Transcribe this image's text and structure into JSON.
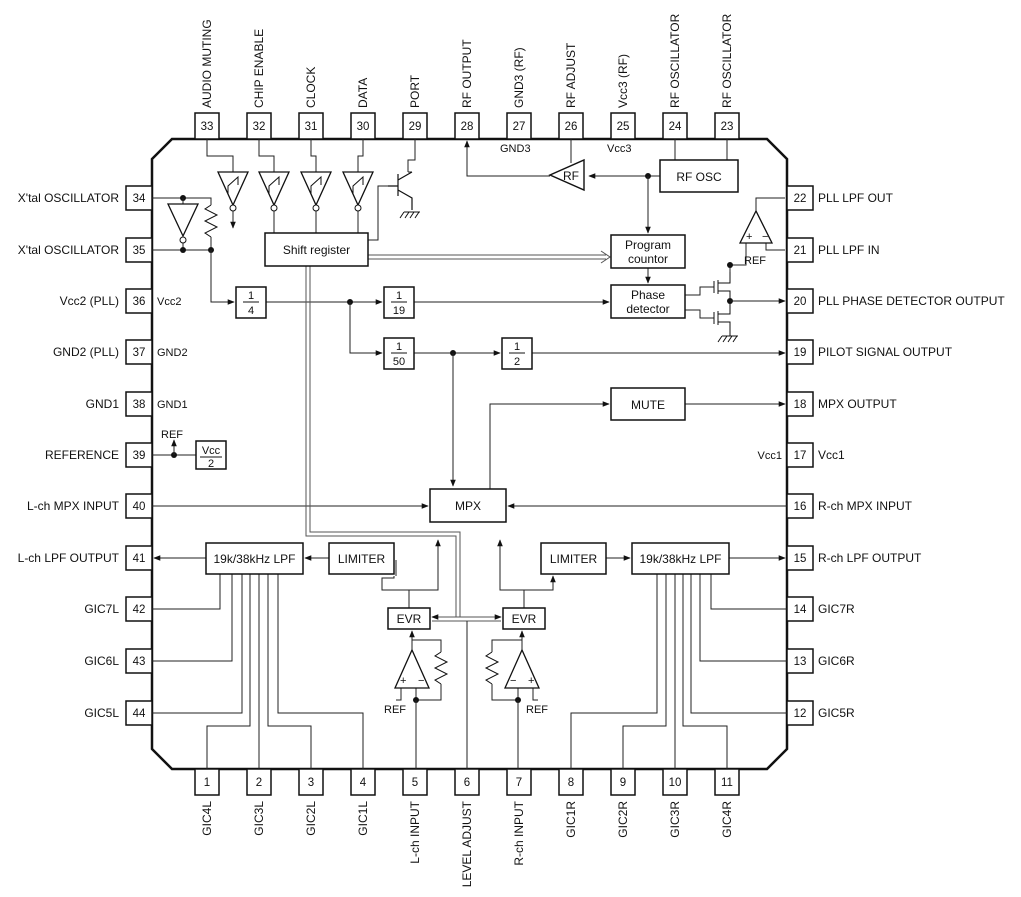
{
  "ic": {
    "pins_top": [
      {
        "num": "33",
        "label": "AUDIO MUTING"
      },
      {
        "num": "32",
        "label": "CHIP ENABLE"
      },
      {
        "num": "31",
        "label": "CLOCK"
      },
      {
        "num": "30",
        "label": "DATA"
      },
      {
        "num": "29",
        "label": "PORT"
      },
      {
        "num": "28",
        "label": "RF OUTPUT"
      },
      {
        "num": "27",
        "label": "GND3 (RF)"
      },
      {
        "num": "26",
        "label": "RF ADJUST"
      },
      {
        "num": "25",
        "label": "Vcc3 (RF)"
      },
      {
        "num": "24",
        "label": "RF OSCILLATOR"
      },
      {
        "num": "23",
        "label": "RF OSCILLATOR"
      }
    ],
    "pins_left": [
      {
        "num": "34",
        "label": "X'tal OSCILLATOR"
      },
      {
        "num": "35",
        "label": "X'tal OSCILLATOR"
      },
      {
        "num": "36",
        "label": "Vcc2 (PLL)"
      },
      {
        "num": "37",
        "label": "GND2 (PLL)"
      },
      {
        "num": "38",
        "label": "GND1"
      },
      {
        "num": "39",
        "label": "REFERENCE"
      },
      {
        "num": "40",
        "label": "L-ch MPX INPUT"
      },
      {
        "num": "41",
        "label": "L-ch LPF OUTPUT"
      },
      {
        "num": "42",
        "label": "GIC7L"
      },
      {
        "num": "43",
        "label": "GIC6L"
      },
      {
        "num": "44",
        "label": "GIC5L"
      }
    ],
    "pins_right": [
      {
        "num": "22",
        "label": "PLL LPF OUT"
      },
      {
        "num": "21",
        "label": "PLL LPF IN"
      },
      {
        "num": "20",
        "label": "PLL PHASE DETECTOR OUTPUT"
      },
      {
        "num": "19",
        "label": "PILOT SIGNAL OUTPUT"
      },
      {
        "num": "18",
        "label": "MPX OUTPUT"
      },
      {
        "num": "17",
        "label": "Vcc1"
      },
      {
        "num": "16",
        "label": "R-ch MPX INPUT"
      },
      {
        "num": "15",
        "label": "R-ch LPF OUTPUT"
      },
      {
        "num": "14",
        "label": "GIC7R"
      },
      {
        "num": "13",
        "label": "GIC6R"
      },
      {
        "num": "12",
        "label": "GIC5R"
      }
    ],
    "pins_bottom": [
      {
        "num": "1",
        "label": "GIC4L"
      },
      {
        "num": "2",
        "label": "GIC3L"
      },
      {
        "num": "3",
        "label": "GIC2L"
      },
      {
        "num": "4",
        "label": "GIC1L"
      },
      {
        "num": "5",
        "label": "L-ch INPUT"
      },
      {
        "num": "6",
        "label": "LEVEL ADJUST"
      },
      {
        "num": "7",
        "label": "R-ch INPUT"
      },
      {
        "num": "8",
        "label": "GIC1R"
      },
      {
        "num": "9",
        "label": "GIC2R"
      },
      {
        "num": "10",
        "label": "GIC3R"
      },
      {
        "num": "11",
        "label": "GIC4R"
      }
    ],
    "internal_labels": {
      "gnd3": "GND3",
      "vcc3": "Vcc3",
      "vcc2": "Vcc2",
      "gnd2": "GND2",
      "gnd1": "GND1",
      "vcc1": "Vcc1",
      "ref": "REF"
    },
    "blocks": {
      "rf_osc": "RF OSC",
      "rf": "RF",
      "shift_register": "Shift register",
      "program_counter_1": "Program",
      "program_counter_2": "countor",
      "phase_detector_1": "Phase",
      "phase_detector_2": "detector",
      "mute": "MUTE",
      "mpx": "MPX",
      "limiter_l": "LIMITER",
      "limiter_r": "LIMITER",
      "lpf_l": "19k/38kHz LPF",
      "lpf_r": "19k/38kHz LPF",
      "evr_l": "EVR",
      "evr_r": "EVR"
    },
    "dividers": {
      "div4": {
        "num": "1",
        "den": "4"
      },
      "div19": {
        "num": "1",
        "den": "19"
      },
      "div50": {
        "num": "1",
        "den": "50"
      },
      "div2": {
        "num": "1",
        "den": "2"
      },
      "vcc_half": {
        "num": "Vcc",
        "den": "2"
      }
    }
  }
}
